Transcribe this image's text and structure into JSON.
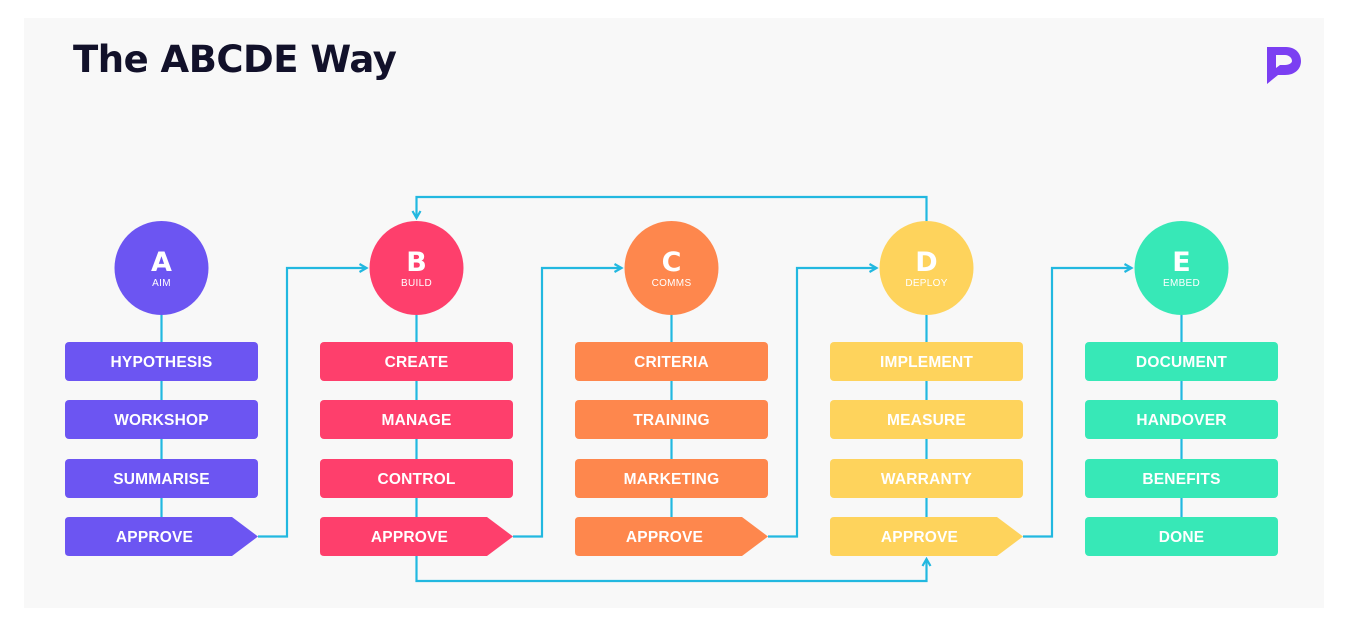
{
  "title": "The ABCDE Way",
  "logo_icon": "brand-logo-icon",
  "connector_color": "#22b8e0",
  "stages": [
    {
      "letter": "A",
      "name": "AIM",
      "color": "#6c55f2",
      "steps": [
        "HYPOTHESIS",
        "WORKSHOP",
        "SUMMARISE",
        "APPROVE"
      ],
      "last_is_arrow": true
    },
    {
      "letter": "B",
      "name": "BUILD",
      "color": "#fe3f6c",
      "steps": [
        "CREATE",
        "MANAGE",
        "CONTROL",
        "APPROVE"
      ],
      "last_is_arrow": true
    },
    {
      "letter": "C",
      "name": "COMMS",
      "color": "#fe874d",
      "steps": [
        "CRITERIA",
        "TRAINING",
        "MARKETING",
        "APPROVE"
      ],
      "last_is_arrow": true
    },
    {
      "letter": "D",
      "name": "DEPLOY",
      "color": "#fed35c",
      "steps": [
        "IMPLEMENT",
        "MEASURE",
        "WARRANTY",
        "APPROVE"
      ],
      "last_is_arrow": true
    },
    {
      "letter": "E",
      "name": "EMBED",
      "color": "#37e8b7",
      "steps": [
        "DOCUMENT",
        "HANDOVER",
        "BENEFITS",
        "DONE"
      ],
      "last_is_arrow": false
    }
  ],
  "flows": [
    {
      "from": "A",
      "to": "B",
      "kind": "approve-to-next"
    },
    {
      "from": "B",
      "to": "C",
      "kind": "approve-to-next"
    },
    {
      "from": "C",
      "to": "D",
      "kind": "approve-to-next"
    },
    {
      "from": "D",
      "to": "E",
      "kind": "approve-to-next"
    },
    {
      "from": "D",
      "to": "B",
      "kind": "loop-back"
    },
    {
      "from": "B",
      "to": "D",
      "kind": "skip-forward"
    }
  ]
}
